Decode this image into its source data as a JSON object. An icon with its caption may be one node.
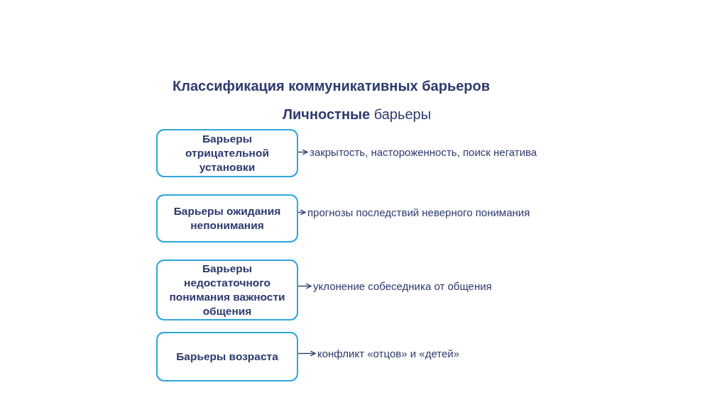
{
  "diagram": {
    "title": "Классификация коммуникативных барьеров",
    "nodes": [
      {
        "text": [
          "**Личностные** барьеры"
        ]
      },
      {
        "text": [
          "Барьеры отрицательной установки"
        ]
      },
      {
        "text": [
          "Барьеры ожидания непонимания"
        ]
      },
      {
        "text": [
          "Барьеры недостаточного понимания важности общения"
        ]
      },
      {
        "text": [
          "Барьеры возраста"
        ]
      },
      {
        "text": [
          "закрытость, настороженность, поиск негатива"
        ]
      },
      {
        "text": [
          "прогнозы последствий неверного понимания"
        ]
      },
      {
        "text": [
          "уклонение собеседника от общения"
        ]
      },
      {
        "text": [
          "конфликт «отцов» и «детей»"
        ]
      }
    ],
    "edges": [
      {
        "from": 1,
        "to": 5,
        "arrow": "to"
      },
      {
        "from": 2,
        "to": 6,
        "arrow": "to"
      },
      {
        "from": 3,
        "to": 7,
        "arrow": "to"
      },
      {
        "from": 4,
        "to": 8,
        "arrow": "to"
      }
    ]
  }
}
